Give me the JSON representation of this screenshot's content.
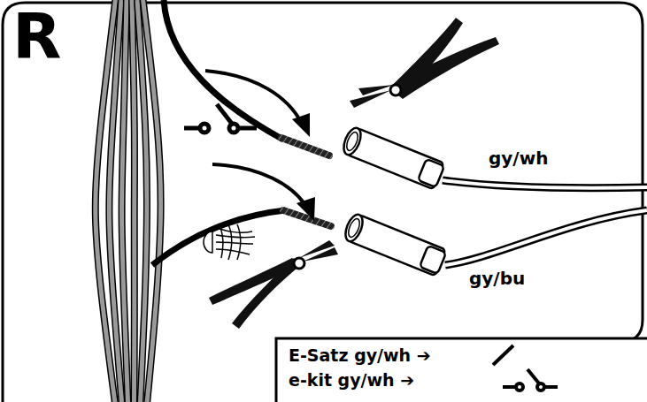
{
  "diagram": {
    "labels": [
      "R",
      "gy/wh",
      "gy/bu",
      "E-Satz gy/wh ➔",
      "e-kit gy/wh ➔"
    ]
  }
}
